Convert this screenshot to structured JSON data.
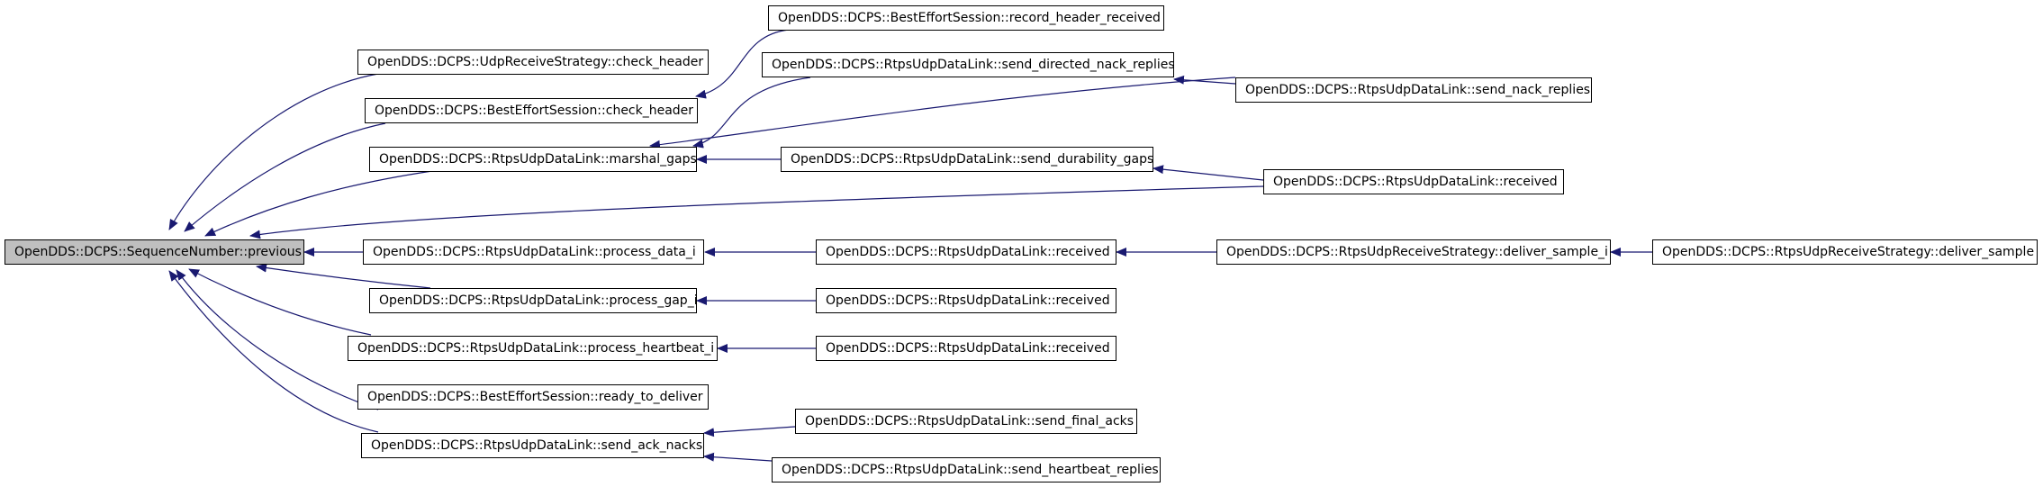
{
  "colors": {
    "edge": "#191970",
    "focus_fill": "#bfbfbf",
    "border": "#000000"
  },
  "nodes": {
    "previous": "OpenDDS::DCPS::SequenceNumber::previous",
    "udp_check_header": "OpenDDS::DCPS::UdpReceiveStrategy::check_header",
    "be_check_header": "OpenDDS::DCPS::BestEffortSession::check_header",
    "be_record_header": "OpenDDS::DCPS::BestEffortSession::record_header_received",
    "marshal_gaps": "OpenDDS::DCPS::RtpsUdpDataLink::marshal_gaps",
    "send_directed_nack": "OpenDDS::DCPS::RtpsUdpDataLink::send_directed_nack_replies",
    "send_nack_replies": "OpenDDS::DCPS::RtpsUdpDataLink::send_nack_replies",
    "send_durability_gaps": "OpenDDS::DCPS::RtpsUdpDataLink::send_durability_gaps",
    "received_top": "OpenDDS::DCPS::RtpsUdpDataLink::received",
    "process_data_i": "OpenDDS::DCPS::RtpsUdpDataLink::process_data_i",
    "received_data": "OpenDDS::DCPS::RtpsUdpDataLink::received",
    "deliver_sample_i": "OpenDDS::DCPS::RtpsUdpReceiveStrategy::deliver_sample_i",
    "deliver_sample": "OpenDDS::DCPS::RtpsUdpReceiveStrategy::deliver_sample",
    "process_gap_i": "OpenDDS::DCPS::RtpsUdpDataLink::process_gap_i",
    "received_gap": "OpenDDS::DCPS::RtpsUdpDataLink::received",
    "process_heartbeat_i": "OpenDDS::DCPS::RtpsUdpDataLink::process_heartbeat_i",
    "received_hb": "OpenDDS::DCPS::RtpsUdpDataLink::received",
    "ready_to_deliver": "OpenDDS::DCPS::BestEffortSession::ready_to_deliver",
    "send_ack_nacks": "OpenDDS::DCPS::RtpsUdpDataLink::send_ack_nacks",
    "send_final_acks": "OpenDDS::DCPS::RtpsUdpDataLink::send_final_acks",
    "send_heartbeat_replies": "OpenDDS::DCPS::RtpsUdpDataLink::send_heartbeat_replies"
  }
}
